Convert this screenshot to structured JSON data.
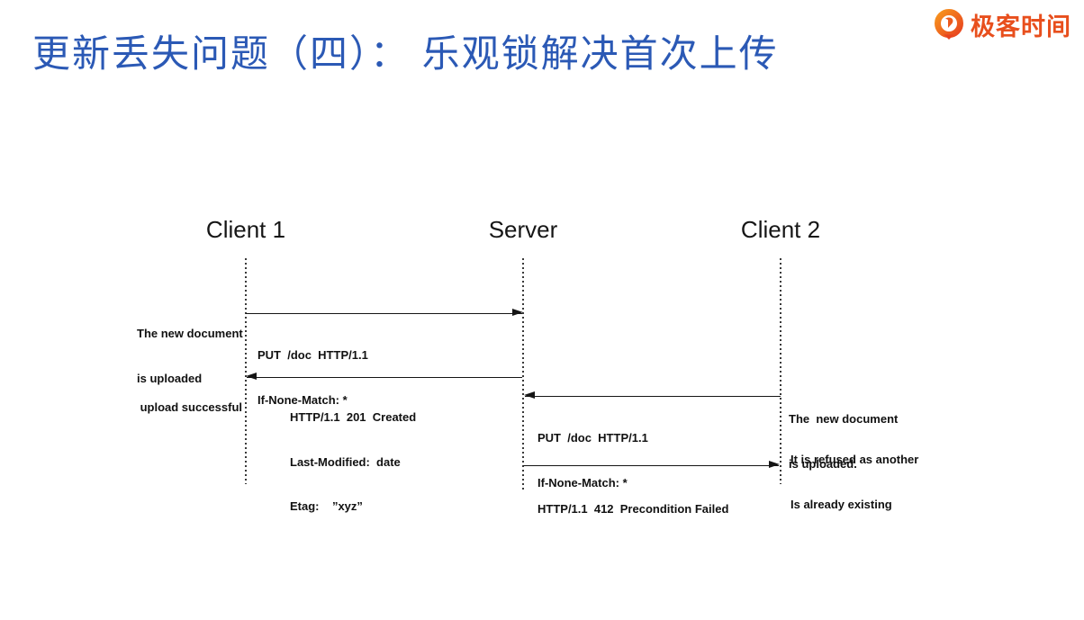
{
  "header": {
    "title": "更新丢失问题（四）： 乐观锁解决首次上传",
    "title_color": "#2b59b5"
  },
  "logo": {
    "text": "极客时间",
    "color": "#e84f1d"
  },
  "diagram": {
    "line_color": "#151515",
    "actors": [
      {
        "label": "Client 1"
      },
      {
        "label": "Server"
      },
      {
        "label": "Client 2"
      }
    ],
    "messages": [
      {
        "from": "Client 1",
        "to": "Server",
        "direction": "right",
        "lines": [
          "PUT  /doc  HTTP/1.1",
          "If-None-Match: *"
        ]
      },
      {
        "from": "Server",
        "to": "Client 1",
        "direction": "left",
        "lines": [
          "HTTP/1.1  201  Created",
          "Last-Modified:  date",
          "Etag:    ”xyz”"
        ]
      },
      {
        "from": "Client 2",
        "to": "Server",
        "direction": "left",
        "lines": [
          "PUT  /doc  HTTP/1.1",
          "If-None-Match: *"
        ]
      },
      {
        "from": "Server",
        "to": "Client 2",
        "direction": "right",
        "lines": [
          "HTTP/1.1  412  Precondition Failed"
        ]
      }
    ],
    "notes": [
      {
        "side": "left",
        "lines": [
          "The new document",
          "is uploaded"
        ]
      },
      {
        "side": "left",
        "lines": [
          "upload successful"
        ]
      },
      {
        "side": "right",
        "lines": [
          "The  new document",
          "is uploaded."
        ]
      },
      {
        "side": "right",
        "lines": [
          "It is refused as another",
          "Is already existing"
        ]
      }
    ]
  }
}
